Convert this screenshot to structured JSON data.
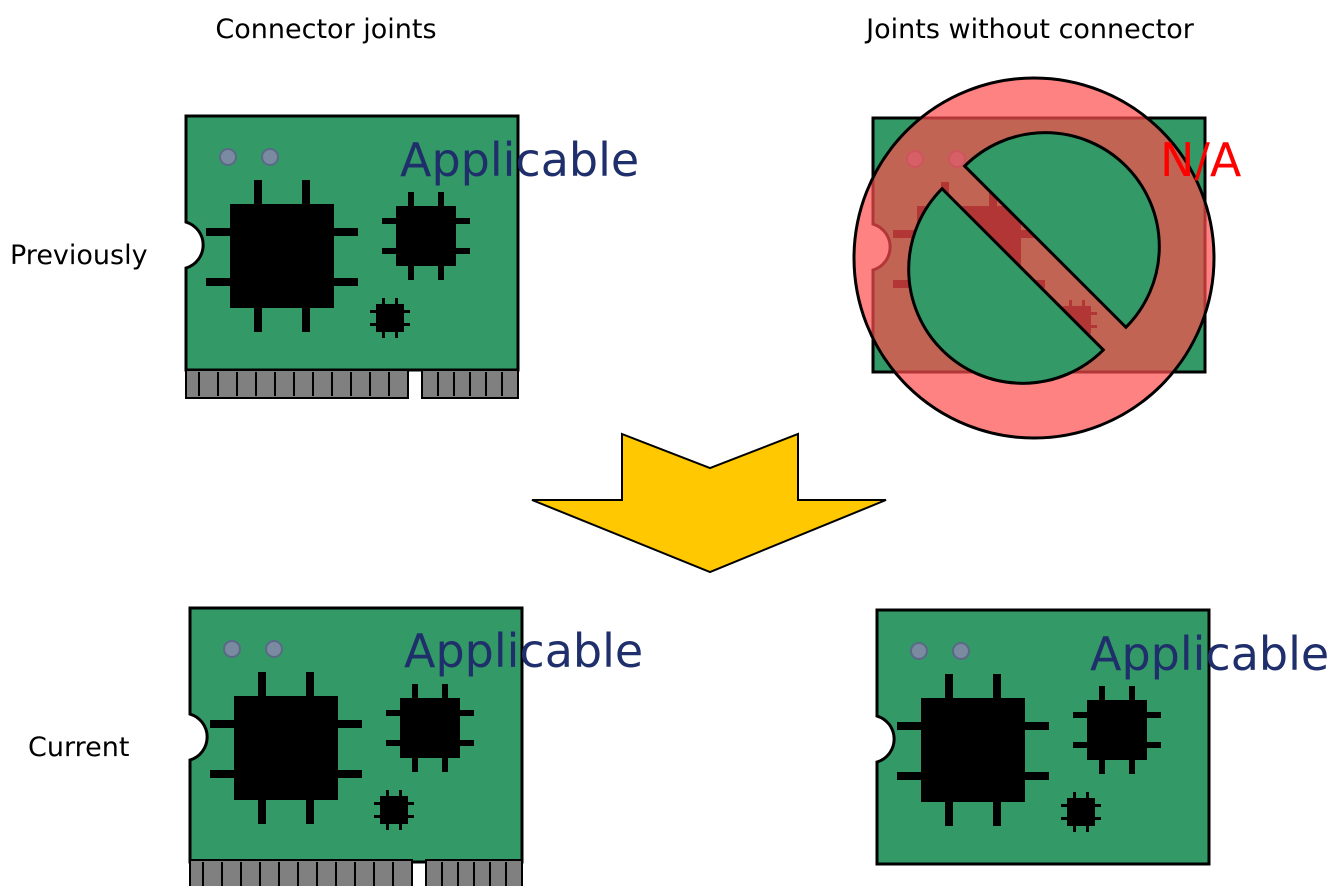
{
  "headers": {
    "left": "Connector joints",
    "right": "Joints without connector"
  },
  "rows": {
    "previously": "Previously",
    "current": "Current"
  },
  "status": {
    "applicable": "Applicable",
    "not_applicable": "N/A"
  },
  "cards": [
    {
      "id": "prev-connector",
      "row": "previously",
      "column": "left",
      "has_connector": true,
      "status": "applicable"
    },
    {
      "id": "prev-no-connector",
      "row": "previously",
      "column": "right",
      "has_connector": false,
      "status": "not_applicable",
      "prohibited": true
    },
    {
      "id": "curr-connector",
      "row": "current",
      "column": "left",
      "has_connector": true,
      "status": "applicable"
    },
    {
      "id": "curr-no-connector",
      "row": "current",
      "column": "right",
      "has_connector": false,
      "status": "applicable"
    }
  ],
  "colors": {
    "board": "#339966",
    "chip": "#000000",
    "connector_pins": "#808080",
    "hole": "#7a8aa0",
    "applicable_text": "#1f2f6b",
    "na_text": "#ff0000",
    "prohibited_fill": "#ff4d4d",
    "arrow": "#ffc800"
  },
  "icons": [
    "prohibited-icon",
    "down-arrow"
  ]
}
